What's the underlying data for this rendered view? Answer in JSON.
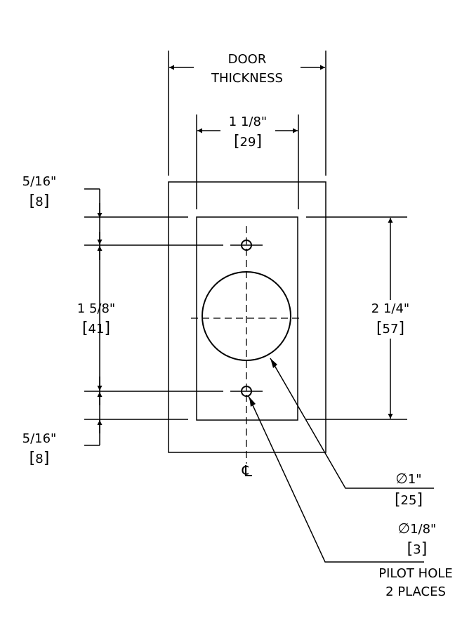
{
  "door_thickness": {
    "line1": "DOOR",
    "line2": "THICKNESS"
  },
  "dim_width": {
    "imperial": "1 1/8\"",
    "metric": "29"
  },
  "dim_top": {
    "imperial": "5/16\"",
    "metric": "8"
  },
  "dim_middle": {
    "imperial": "1 5/8\"",
    "metric": "41"
  },
  "dim_bottom": {
    "imperial": "5/16\"",
    "metric": "8"
  },
  "dim_height": {
    "imperial": "2 1/4\"",
    "metric": "57"
  },
  "centerline_symbol": "℄",
  "large_hole": {
    "imperial": "1\"",
    "metric": "25"
  },
  "pilot_hole": {
    "imperial": "1/8\"",
    "metric": "3",
    "line1": "PILOT HOLE",
    "line2": "2 PLACES"
  }
}
